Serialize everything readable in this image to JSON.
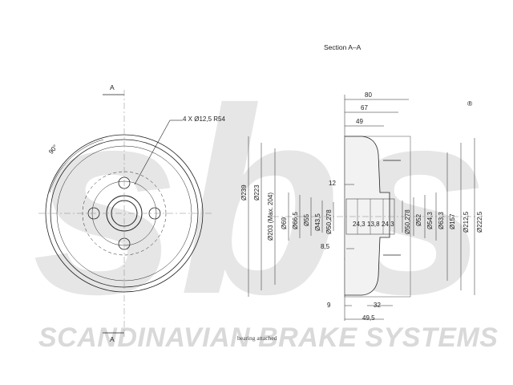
{
  "section_title": "Section A–A",
  "section_marker": "A",
  "hole_callout": "4 X Ø12,5   R54",
  "angle_label": "90°",
  "brand_watermark": "SCANDINAVIAN BRAKE SYSTEMS",
  "logo_text": "sbs",
  "registered_mark": "®",
  "note_text": "bearing attached",
  "colors": {
    "line": "#222222",
    "watermark": "#d9d9d9",
    "centerline": "#888888"
  },
  "dims": {
    "d80": "80",
    "d67": "67",
    "d49": "49",
    "d12": "12",
    "d8_5": "8,5",
    "d9": "9",
    "d32": "32",
    "d49_5": "49,5",
    "d239": "Ø239",
    "d223": "Ø223",
    "d203": "Ø203 (Max. 204)",
    "d69": "Ø69",
    "d66_5": "Ø66,5",
    "d55": "Ø55",
    "d43_5": "Ø43,5",
    "d50_278a": "Ø50,278",
    "d50_278b": "Ø50,278",
    "d52": "Ø52",
    "d54_3": "Ø54,3",
    "d63_3": "Ø63,3",
    "d157": "Ø157",
    "d212_5": "Ø212,5",
    "d222_5": "Ø222,5"
  },
  "small_labels": [
    "24,3",
    "13,8",
    "24,3"
  ]
}
